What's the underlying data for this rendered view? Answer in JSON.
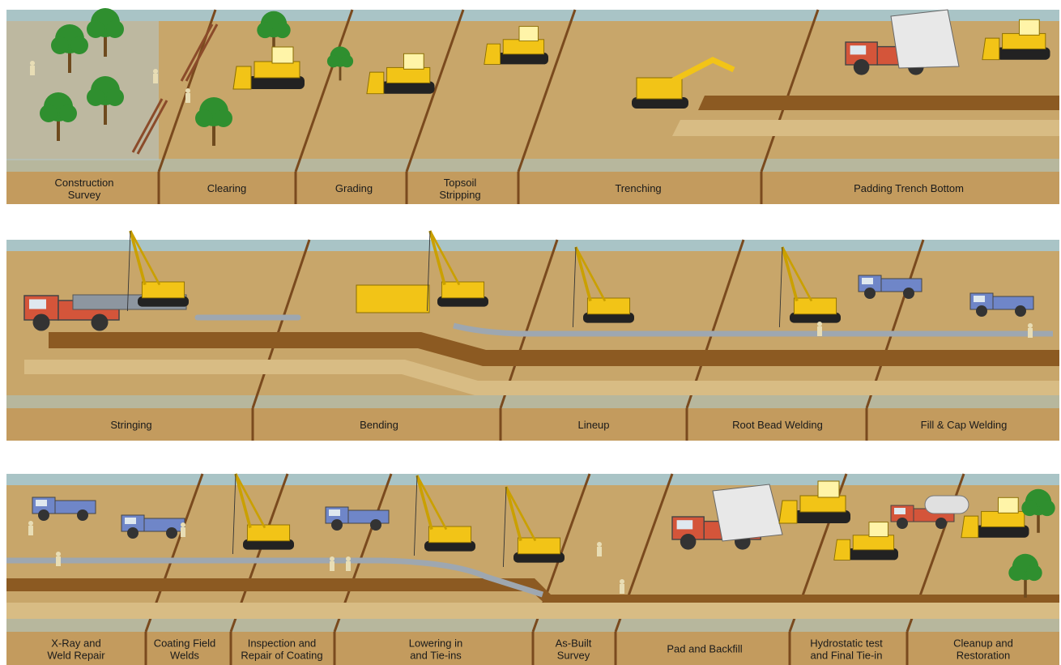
{
  "colors": {
    "ground": "#c8a66a",
    "ground_dark": "#a07c3e",
    "ground_light": "#d8bc84",
    "sky": "#a9c4c6",
    "label_band": "#c39b5e",
    "divider": "#7a4a1e",
    "trench": "#8c5a22",
    "pipe": "#9ea7b0",
    "machine_yellow": "#f2c417",
    "truck_red": "#d4553a",
    "truck_blue": "#6f86c8",
    "tree": "#2f8f2f",
    "trunk": "#6e4a1e"
  },
  "rows": [
    {
      "id": "row-1",
      "stages": [
        {
          "id": "construction-survey",
          "lines": [
            "Construction",
            "Survey"
          ]
        },
        {
          "id": "clearing",
          "lines": [
            "Clearing"
          ]
        },
        {
          "id": "grading",
          "lines": [
            "Grading"
          ]
        },
        {
          "id": "topsoil-stripping",
          "lines": [
            "Topsoil",
            "Stripping"
          ]
        },
        {
          "id": "trenching",
          "lines": [
            "Trenching"
          ]
        },
        {
          "id": "padding-trench-bottom",
          "lines": [
            "Padding Trench Bottom"
          ]
        }
      ]
    },
    {
      "id": "row-2",
      "stages": [
        {
          "id": "stringing",
          "lines": [
            "Stringing"
          ]
        },
        {
          "id": "bending",
          "lines": [
            "Bending"
          ]
        },
        {
          "id": "lineup",
          "lines": [
            "Lineup"
          ]
        },
        {
          "id": "root-bead-welding",
          "lines": [
            "Root Bead Welding"
          ]
        },
        {
          "id": "fill-cap-welding",
          "lines": [
            "Fill & Cap Welding"
          ]
        }
      ]
    },
    {
      "id": "row-3",
      "stages": [
        {
          "id": "x-ray-weld-repair",
          "lines": [
            "X-Ray and",
            "Weld Repair"
          ]
        },
        {
          "id": "coating-field-welds",
          "lines": [
            "Coating Field",
            "Welds"
          ]
        },
        {
          "id": "inspection-repair-coating",
          "lines": [
            "Inspection and",
            "Repair of Coating"
          ]
        },
        {
          "id": "lowering-tie-ins",
          "lines": [
            "Lowering in",
            "and Tie-ins"
          ]
        },
        {
          "id": "as-built-survey",
          "lines": [
            "As-Built",
            "Survey"
          ]
        },
        {
          "id": "pad-backfill",
          "lines": [
            "Pad and Backfill"
          ]
        },
        {
          "id": "hydrostatic-test",
          "lines": [
            "Hydrostatic test",
            "and Final Tie-in"
          ]
        },
        {
          "id": "cleanup-restoration",
          "lines": [
            "Cleanup and",
            "Restoration"
          ]
        }
      ]
    }
  ]
}
